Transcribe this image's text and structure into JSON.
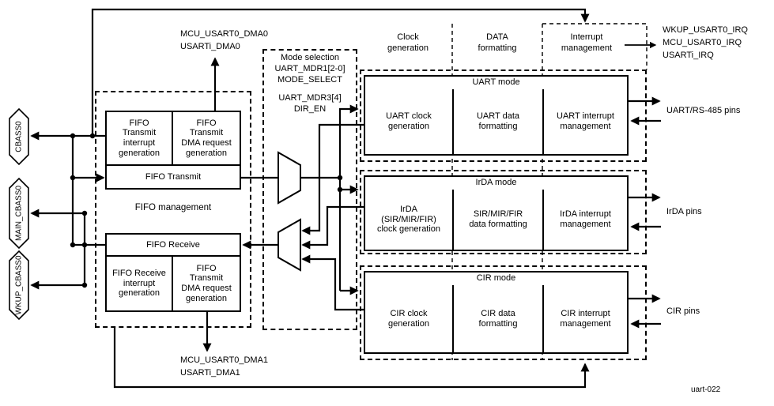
{
  "diagram": {
    "figure_label": "uart-022",
    "buses": [
      {
        "label": "CBASS0"
      },
      {
        "label": "MAIN_CBASS0"
      },
      {
        "label": "WKUP_CBASS0"
      }
    ],
    "dma": {
      "top": "MCU_USART0_DMA0\nUSARTi_DMA0",
      "bottom": "MCU_USART0_DMA1\nUSARTi_DMA1"
    },
    "irq": "WKUP_USART0_IRQ\nMCU_USART0_IRQ\nUSARTi_IRQ",
    "fifo": {
      "group_label": "FIFO management",
      "tx_interrupt": "FIFO\nTransmit\ninterrupt\ngeneration",
      "tx_dma": "FIFO\nTransmit\nDMA request\ngeneration",
      "tx": "FIFO Transmit",
      "rx": "FIFO Receive",
      "rx_interrupt": "FIFO Receive\ninterrupt\ngeneration",
      "rx_dma": "FIFO\nTransmit\nDMA request\ngeneration"
    },
    "mode_selection": {
      "title": "Mode selection",
      "reg1": "UART_MDR1[2-0]",
      "field1": "MODE_SELECT",
      "reg2": "UART_MDR3[4]",
      "field2": "DIR_EN"
    },
    "columns": {
      "clock": "Clock\ngeneration",
      "data": "DATA\nformatting",
      "interrupt": "Interrupt\nmanagement"
    },
    "modes": [
      {
        "title": "UART mode",
        "clock": "UART clock\ngeneration",
        "data": "UART data\nformatting",
        "interrupt": "UART interrupt\nmanagement",
        "pins": "UART/RS-485 pins"
      },
      {
        "title": "IrDA mode",
        "clock": "IrDA\n(SIR/MIR/FIR)\nclock generation",
        "data": "SIR/MIR/FIR\ndata formatting",
        "interrupt": "IrDA interrupt\nmanagement",
        "pins": "IrDA pins"
      },
      {
        "title": "CIR mode",
        "clock": "CIR clock\ngeneration",
        "data": "CIR data\nformatting",
        "interrupt": "CIR interrupt\nmanagement",
        "pins": "CIR pins"
      }
    ]
  }
}
